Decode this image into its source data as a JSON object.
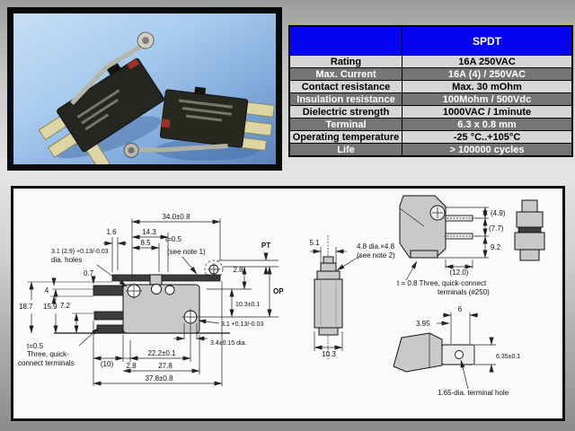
{
  "colors": {
    "table_header_bg": "#0404ee",
    "table_row_light": "#d6d6d6",
    "table_row_dark": "#757575",
    "photo_blue_top": "#c8def5",
    "photo_blue_bottom": "#5a83b9",
    "drawing_bg": "#fafafa"
  },
  "table": {
    "header": {
      "col1": "",
      "col2": "SPDT"
    },
    "rows": [
      {
        "label": "Rating",
        "value": "16A 250VAC"
      },
      {
        "label": "Max. Current",
        "value": "16A (4) /  250VAC"
      },
      {
        "label": "Contact resistance",
        "value": "Max. 30 mOhm"
      },
      {
        "label": "Insulation resistance",
        "value": "100Mohm / 500Vdc"
      },
      {
        "label": "Dielectric strength",
        "value": "1000VAC / 1minute"
      },
      {
        "label": "Terminal",
        "value": "6.3 x 0.8 mm"
      },
      {
        "label": "Operating temperature",
        "value": "-25 °C..+105°C"
      },
      {
        "label": "Life",
        "value": "> 100000 cycles"
      }
    ]
  },
  "drawing": {
    "labels": {
      "d340": "34.0±0.8",
      "d143": "14.3",
      "d85": "8.5",
      "d16": "1.6",
      "t05": "t=0.5",
      "note1": "(see note 1)",
      "holes1": "3.1 (2.9) +0.13/-0.03",
      "holes2": "dia. holes",
      "d07": "0.7",
      "d4": "4",
      "d72": "7.2",
      "d159": "15.9",
      "d187": "18.7",
      "pt": "PT",
      "d28a": "2.8",
      "op": "OP",
      "d103a": "10.3±0.1",
      "d31": "3.1 +0.13/-0.03",
      "d34dia": "3.4±0.15 dia.",
      "t05b": "t=0.5",
      "three1": "Three, quick-",
      "three2": "connect terminals",
      "d10": "(10)",
      "d28b": "2.8",
      "d222": "22.2±0.1",
      "d278": "27.8",
      "d378": "37.8±0.8",
      "d51": "5.1",
      "d48": "4.8 dia.×4.8",
      "note2": "(see note 2)",
      "d103b": "10.3",
      "d49": "(4.9)",
      "d77": "(7.7)",
      "d92": "9.2",
      "d120": "(12.0)",
      "term1": "t = 0.8  Three, quick-connect",
      "term2": "terminals (#250)",
      "d6": "6",
      "d395": "3.95",
      "d635": "6.35±0.1",
      "holeNote": "1.65-dia. terminal hole"
    }
  }
}
